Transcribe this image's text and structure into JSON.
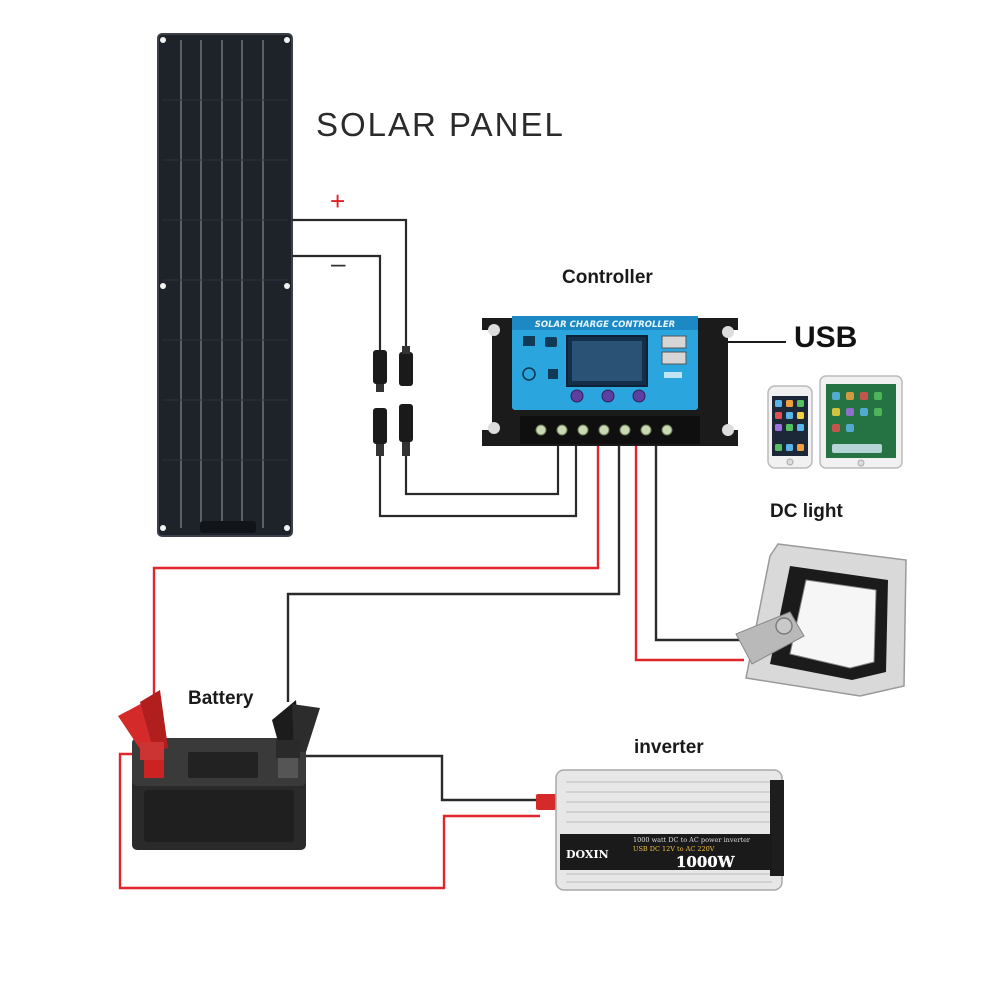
{
  "labels": {
    "solar_panel": "SOLAR PANEL",
    "plus": "+",
    "minus": "–",
    "controller": "Controller",
    "usb": "USB",
    "dc_light": "DC light",
    "battery": "Battery",
    "inverter": "inverter"
  },
  "controller": {
    "header": "SOLAR CHARGE CONTROLLER"
  },
  "inverter_label": {
    "brand": "DOXIN",
    "line1": "1000 watt DC to AC power inverter",
    "line2": "USB DC 12V to AC 220V",
    "rating": "1000W"
  },
  "colors": {
    "positive_wire": "#e0262b",
    "negative_wire": "#2a2a2a",
    "panel": "#1e2229",
    "controller_face": "#2aa5dd",
    "controller_body": "#1b1b1b"
  }
}
